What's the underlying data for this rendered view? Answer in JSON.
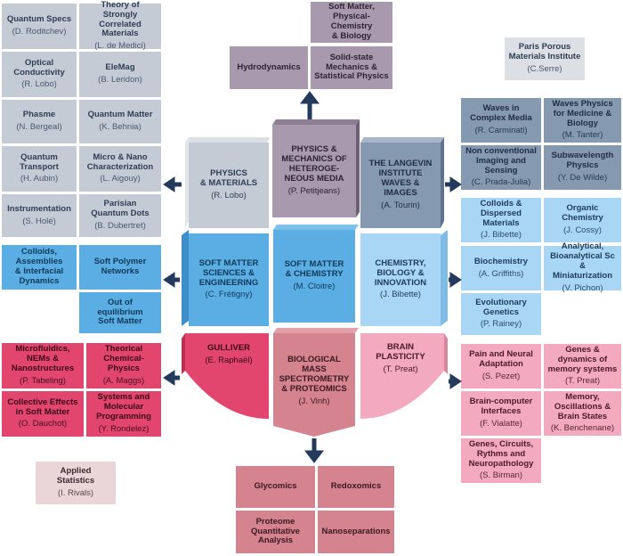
{
  "left_gray": [
    {
      "title": "Quantum Specs",
      "sub": "(D. Roditchev)"
    },
    {
      "title": "Theory of Strongly\nCorrelated\nMaterials",
      "sub": "(L. de Medici)"
    },
    {
      "title": "Optical\nConductivity",
      "sub": "(R. Lobo)"
    },
    {
      "title": "EleMag",
      "sub": "(B. Leridon)"
    },
    {
      "title": "Phasme",
      "sub": "(N. Bergeal)"
    },
    {
      "title": "Quantum Matter",
      "sub": "(K. Behnia)"
    },
    {
      "title": "Quantum\nTransport",
      "sub": "(H. Aubin)"
    },
    {
      "title": "Micro & Nano\nCharacterization",
      "sub": "(L. Aigouy)"
    },
    {
      "title": "Instrumentation",
      "sub": "(S. Holé)"
    },
    {
      "title": "Parisian\nQuantum Dots",
      "sub": "(B. Dubertret)"
    }
  ],
  "left_blue": [
    {
      "title": "Colloids,\nAssemblies\n& Interfacial\nDynamics",
      "sub": ""
    },
    {
      "title": "Soft Polymer\nNetworks",
      "sub": ""
    },
    {
      "title": "Out of\nequilibrium\nSoft Matter",
      "sub": ""
    }
  ],
  "left_red": [
    {
      "title": "Microfluidics,\nNEMs &\nNanostructures",
      "sub": "(P. Tabeling)"
    },
    {
      "title": "Theorical\nChemical-Physics",
      "sub": "(A. Maggs)"
    },
    {
      "title": "Collective Effects\nin Soft Matter",
      "sub": "(O. Dauchot)"
    },
    {
      "title": "Systems and\nMolecular\nProgramming",
      "sub": "(Y. Rondelez)"
    }
  ],
  "applied": {
    "title": "Applied\nStatistics",
    "sub": "(I. Rivals)"
  },
  "top_boxes": {
    "hydro": {
      "title": "Hydrodynamics"
    },
    "softbio": {
      "title": "Soft Matter,\nPhysical-Chemistry\n& Biology"
    },
    "solid": {
      "title": "Solid-state\nMechanics &\nStatistical Physics"
    }
  },
  "paris": {
    "title": "Paris Porous\nMaterials Institute",
    "sub": "(C.Serre)"
  },
  "right_steel": [
    {
      "title": "Waves in\nComplex Media",
      "sub": "(R. Carminati)"
    },
    {
      "title": "Waves Physics\nfor Medicine &\nBiology",
      "sub": "(M. Tanter)"
    },
    {
      "title": "Non conventional\nImaging and\nSensing",
      "sub": "(C. Prada-Julia)"
    },
    {
      "title": "Subwavelength\nPhysics",
      "sub": "(Y. De Wilde)"
    }
  ],
  "right_lblue": [
    {
      "title": "Colloids &\nDispersed Materials",
      "sub": "(J. Bibette)"
    },
    {
      "title": "Organic\nChemistry",
      "sub": "(J. Cossy)"
    },
    {
      "title": "Biochemistry",
      "sub": "(A. Griffiths)"
    },
    {
      "title": "Analytical,\nBioanalytical Sc &\nMiniaturization",
      "sub": "(V. Pichon)"
    },
    {
      "title": "Evolutionary\nGenetics",
      "sub": "(P. Rainey)"
    }
  ],
  "right_pink": [
    {
      "title": "Pain and Neural\nAdaptation",
      "sub": "(S. Pezet)"
    },
    {
      "title": "Genes &\ndynamics of\nmemory systems",
      "sub": "(T. Preat)"
    },
    {
      "title": "Brain-computer\nInterfaces",
      "sub": "(F. Vialatte)"
    },
    {
      "title": "Memory,\nOscillations &\nBrain States",
      "sub": "(K. Benchenane)"
    },
    {
      "title": "Genes, Circuits,\nRythms and\nNeuropathology",
      "sub": "(S. Birman)"
    }
  ],
  "bottom_boxes": [
    {
      "title": "Glycomics"
    },
    {
      "title": "Redoxomics"
    },
    {
      "title": "Proteome\nQuantitative\nAnalysis"
    },
    {
      "title": "Nanoseparations"
    }
  ],
  "center": {
    "pmh": {
      "title": "PHYSICS &\nMECHANICS OF\nHETEROGE-\nNEOUS MEDIA",
      "sub": "(P. Petitjeans)"
    },
    "phys": {
      "title": "PHYSICS\n& MATERIALS",
      "sub": "(R. Lobo)"
    },
    "langevin": {
      "title": "THE LANGEVIN\nINSTITUTE\nWAVES &\nIMAGES",
      "sub": "(A. Tourin)"
    },
    "sms": {
      "title": "SOFT MATTER\nSCIENCES &\nENGINEERING",
      "sub": "(C. Frétigny)"
    },
    "smc": {
      "title": "SOFT MATTER\n& CHEMISTRY",
      "sub": "(M. Cloitre)"
    },
    "cbi": {
      "title": "CHEMISTRY,\nBIOLOGY &\nINNOVATION",
      "sub": "(J. Bibette)"
    },
    "gulliver": {
      "title": "GULLIVER",
      "sub": "(E. Raphaël)"
    },
    "bio": {
      "title": "BIOLOGICAL\nMASS\nSPECTROMETRY\n& PROTEOMICS",
      "sub": "(J. Vinh)"
    },
    "brain": {
      "title": "BRAIN\nPLASTICITY",
      "sub": "(T. Preat)"
    }
  },
  "colors": {
    "gray": "#c4cbd4",
    "blue": "#5aaee4",
    "red": "#e2456d",
    "steel": "#8599b1",
    "light_blue": "#a9d6f5",
    "pink": "#f3aac0",
    "mauve": "#a89aac",
    "rose": "#d4838f",
    "arrow": "#243a5c"
  }
}
